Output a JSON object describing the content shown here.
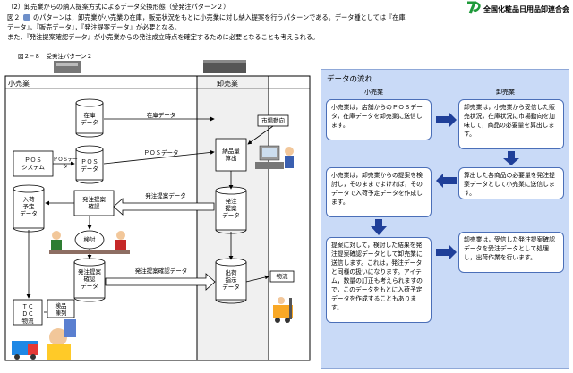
{
  "header": {
    "line1": "（2）卸売業からの納入提案方式によるデータ交換形態（受発注パターン２）",
    "line2a": "図２",
    "line2b": "のパターンは，卸売業が小売業の在庫，販売状況をもとに小売業に対し納入提案を行うパターンである。データ種としては『在庫",
    "line3": "データ』，『販売データ』，『発注提案データ』が必要となる。",
    "line4": "また，『発注提案確認データ』が小売業からの発注成立時点を確定するために必要となることも考えられる。",
    "logo_text": "全国化粧品日用品卸連合会",
    "logo_mark": "JD"
  },
  "figure": {
    "title": "図２−８　受発注パターン２",
    "retail_title": "小売業",
    "wholesale_title": "卸売業",
    "nodes": {
      "inventory_db": "在庫\nデータ",
      "pos_db": "ＰＯＳ\nデータ",
      "pos_system": "ＰＯＳ\nシステム",
      "receipt_plan": "入荷\n予定\nデータ",
      "proposal_check": "発注提案\n確認",
      "review": "検討",
      "proposal_confirm_db": "発注提案\n確認\nデータ",
      "tc_dc": "ＴＣ\nＤＣ\n物流",
      "store_display": "検品\n陳列",
      "delivery_calc": "納品量\n算出",
      "market_trend": "市場動向",
      "proposal_db": "発注\n提案\nデータ",
      "shipment_db": "出荷\n指示\nデータ",
      "logistics": "物流"
    },
    "flows": {
      "inventory_data": "在庫データ",
      "pos_data_1": "ＰＯＳデータ",
      "pos_data_2": "ＰＯＳデータ",
      "proposal_data": "発注提案データ",
      "proposal_confirm_data": "発注提案確認データ"
    }
  },
  "data_flow": {
    "title": "データの流れ",
    "retail_label": "小売業",
    "wholesale_label": "卸売業",
    "retail_boxes": [
      "小売業は，店舗からのＰＯＳデータ，在庫データを卸売業に送信します。",
      "小売業は，卸売業からの提案を検討し，そのままでよければ，そのデータで入荷予定データを作成します。",
      "提案に対して，検討した結果を発注提案確認データとして卸売業に送信します。これは，発注データと同様の扱いになります。アイテム，数量の訂正も考えられますので，このデータをもとに入荷予定データを作成することもあります。"
    ],
    "wholesale_boxes": [
      "卸売業は，小売業から受信した販売状況，在庫状況に市場動向を加味して，商品の必要量を算出します。",
      "算出した各商品の必要量を発注提案データとして小売業に送信します。",
      "卸売業は，受信した発注提案確認データを受注データとして処理し，出荷作業を行います。"
    ]
  },
  "colors": {
    "panel_bg": "#c9daf7",
    "box_border": "#4b6fb8",
    "arrow_blue": "#1f3f99",
    "logo_green": "#1f9a3a"
  }
}
